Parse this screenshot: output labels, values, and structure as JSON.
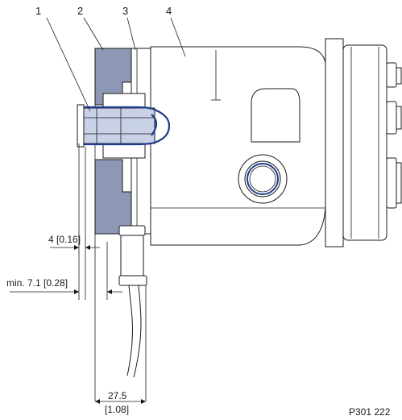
{
  "callouts": {
    "c1": "1",
    "c2": "2",
    "c3": "3",
    "c4": "4"
  },
  "dimensions": {
    "d1_mm": "4 [0.16]",
    "d2_mm": "min. 7.1 [0.28]",
    "d3_mm": "27.5",
    "d3_in": "[1.08]"
  },
  "figure_id": "P301 222",
  "colors": {
    "flange": "#8d99b4",
    "connector_outline": "#1f3c8c",
    "connector_fill": "#c9d1e6",
    "line": "#1a1a1a"
  }
}
